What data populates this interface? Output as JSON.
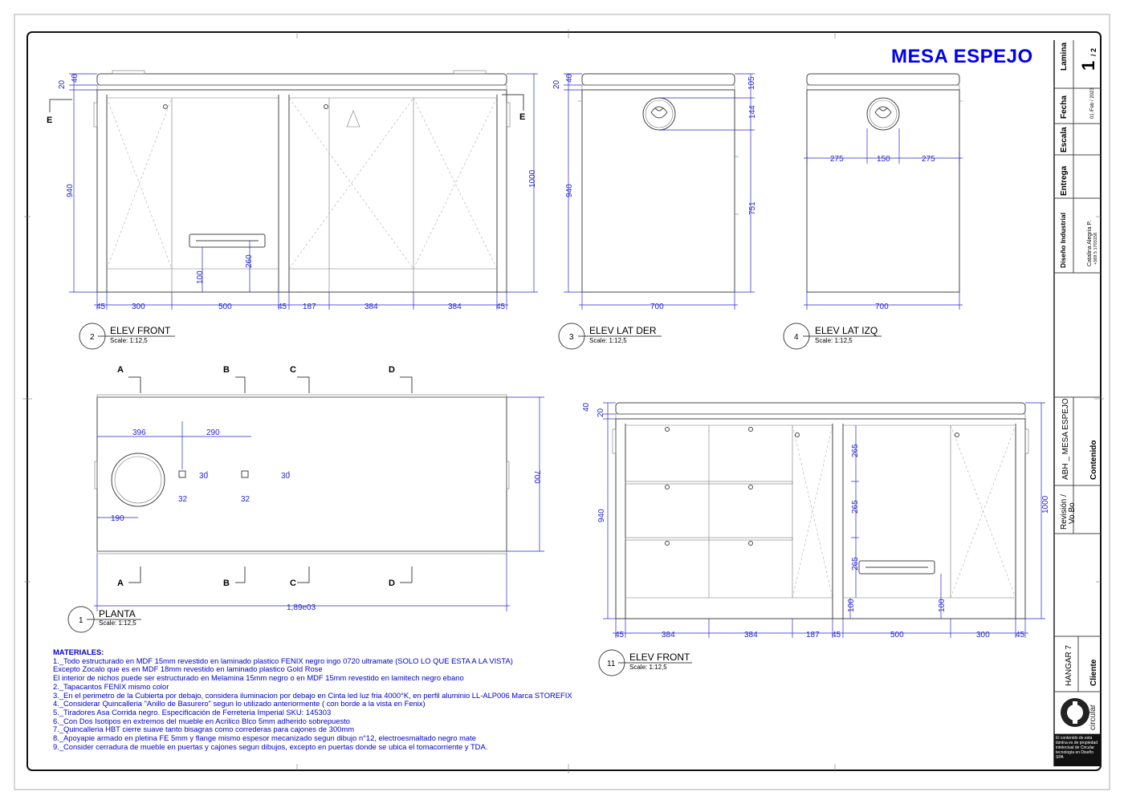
{
  "title": "MESA ESPEJO",
  "views": {
    "elev_front_top": {
      "number": "2",
      "name": "ELEV FRONT",
      "scale": "Scale: 1:12,5"
    },
    "elev_lat_der": {
      "number": "3",
      "name": "ELEV LAT DER",
      "scale": "Scale: 1:12,5"
    },
    "elev_lat_izq": {
      "number": "4",
      "name": "ELEV LAT IZQ",
      "scale": "Scale: 1:12,5"
    },
    "planta": {
      "number": "1",
      "name": "PLANTA",
      "scale": "Scale: 1:12,5"
    },
    "elev_front_bottom": {
      "number": "11",
      "name": "ELEV FRONT",
      "scale": "Scale: 1:12,5"
    }
  },
  "dims": {
    "front_top": {
      "d20": "20",
      "d40": "40",
      "h940": "940",
      "h1000": "1000",
      "h100": "100",
      "h260": "260",
      "w": [
        "45",
        "300",
        "500",
        "45",
        "187",
        "384",
        "384",
        "45"
      ]
    },
    "lat_der": {
      "d20": "20",
      "d40": "40",
      "h940": "940",
      "d105": "105",
      "d144": "144",
      "d751": "751",
      "w700": "700"
    },
    "lat_izq": {
      "d275a": "275",
      "d150": "150",
      "d275b": "275",
      "w700": "700"
    },
    "planta": {
      "d396": "396",
      "d290": "290",
      "d30a": "30",
      "d30b": "30",
      "d32a": "32",
      "d32b": "32",
      "d190": "190",
      "d700": "700",
      "total": "1,89e03"
    },
    "front_bottom": {
      "d40": "40",
      "d20": "20",
      "h940": "940",
      "h1000": "1000",
      "d265a": "265",
      "d265b": "265",
      "d265c": "265",
      "d100a": "100",
      "d100b": "100",
      "w": [
        "45",
        "384",
        "384",
        "187",
        "45",
        "500",
        "300",
        "45"
      ]
    }
  },
  "section_markers": {
    "e_left": "E",
    "e_right": "E",
    "a_top": "A",
    "b_top": "B",
    "c_top": "C",
    "d_top": "D",
    "a_bot": "A",
    "b_bot": "B",
    "c_bot": "C",
    "d_bot": "D"
  },
  "materials": {
    "heading": "MATERIALES:",
    "lines": [
      "1._Todo estructurado en MDF 15mm revestido en laminado plastico FENIX negro ingo 0720 ultramate (SOLO LO QUE ESTA A LA VISTA)",
      "Excepto Zocalo que es en MDF 18mm revestido en laminado plastico Gold Rose",
      "El interior de nichos puede ser estructurado en Melamina 15mm negro o en MDF 15mm revestido en lamitech negro ebano",
      "2._Tapacantos FENIX mismo color",
      "3._En el perimetro de la Cubierta por debajo,  considera iluminacion por debajo en Cinta led luz fria 4000°K, en perfil aluminio LL-ALP006 Marca STOREFIX",
      "4._Considerar Quincalleria \"Anillo de Basurero\" segun lo utilizado anteriormente ( con borde a la vista en Fenix)",
      "5._Tiradores Asa Corrida negro. Especificación de Ferreteria Imperial SKU: 145303",
      "6._Con Dos Isotipos en extremos del mueble en Acrilico Blco 5mm adherido sobrepuesto",
      "7._Quincalleria HBT cierre suave tanto bisagras como correderas para cajones de 300mm",
      "8._Apoyapie armado en pletina FE 5mm y flange mismo espesor mecanizado segun dibujo n°12, electroesmaltado negro mate",
      "9._Consider cerradura de mueble en puertas y cajones segun dibujos, excepto en puertas donde se ubica el tomacorriente y TDA."
    ]
  },
  "title_block": {
    "lamina_label": "Lamina",
    "lamina_num": "1",
    "lamina_total": "/ 2",
    "fecha_label": "Fecha",
    "fecha_value": "01 /Feb / 2023",
    "escala_label": "Escala",
    "entrega_label": "Entrega",
    "diseno_label": "Diseño Industrial",
    "designer_name": "Catalina Alegría P.",
    "designer_phone": "+569 5 1703158",
    "revision_label": "Revisión /",
    "vobo_label": "Vo Bo",
    "contenido_value": "ABH _ MESA ESPEJO",
    "contenido_label": "Contenido",
    "cliente_value": "HANGAR 7",
    "cliente_label": "Cliente",
    "logo_text": "circular",
    "footer_note": "El contenido de esta lámina es de propiedad intelectual de Circular tecnología en Diseño SPA"
  }
}
